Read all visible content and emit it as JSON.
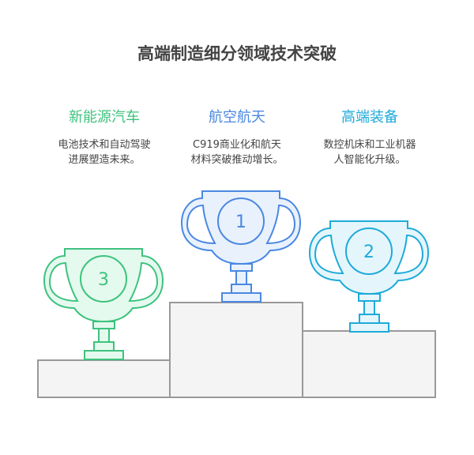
{
  "title": "高端制造细分领域技术突破",
  "categories": [
    {
      "name": "新能源汽车",
      "desc_line1": "电池技术和自动驾驶",
      "desc_line2": "进展塑造未来。",
      "rank": "3",
      "color": "#3ec27e",
      "fill": "#e4faee"
    },
    {
      "name": "航空航天",
      "desc_line1": "C919商业化和航天",
      "desc_line2": "材料突破推动增长。",
      "rank": "1",
      "color": "#4a88e2",
      "fill": "#e9f1fd"
    },
    {
      "name": "高端装备",
      "desc_line1": "数控机床和工业机器",
      "desc_line2": "人智能化升级。",
      "rank": "2",
      "color": "#1eaad9",
      "fill": "#e4f6fc"
    }
  ]
}
